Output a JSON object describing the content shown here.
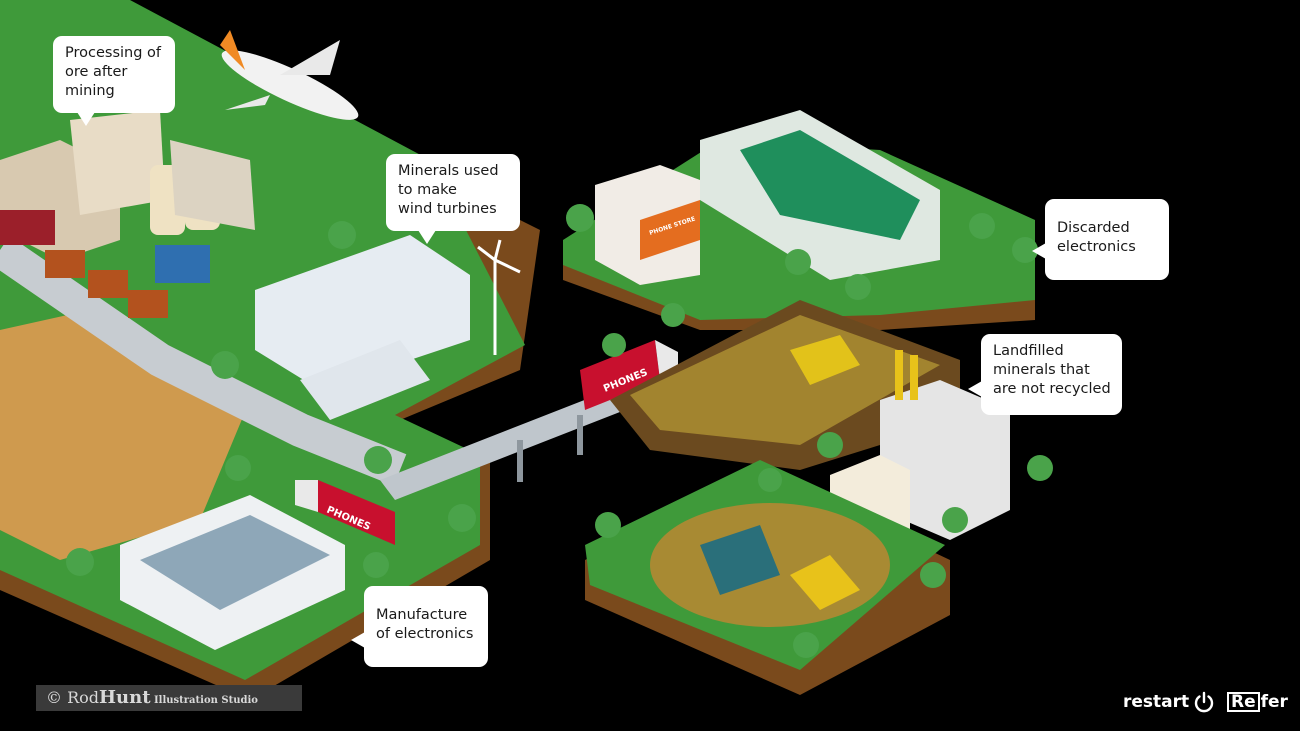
{
  "callouts": {
    "ore_processing": "Processing of\nore after\nmining",
    "wind_turbines": "Minerals used\nto make\nwind turbines",
    "discarded": "Discarded\nelectronics",
    "landfilled": "Landfilled\nminerals that\nare not recycled",
    "manufacture": "Manufacture\nof electronics"
  },
  "signs": {
    "truck_a": "PHONES",
    "truck_b": "PHONES",
    "shop": "PHONE STORE"
  },
  "credit": {
    "prefix": "© Rod",
    "strong": "Hunt",
    "small": " Illustration Studio"
  },
  "brand": {
    "restart": "restart",
    "refer_boxed": "Re",
    "refer_rest": "fer"
  },
  "colors": {
    "background": "#000000",
    "grass": "#3f9a3a",
    "soil": "#7a4a1c",
    "road": "#c7ccd1",
    "truck_red": "#c8102e"
  }
}
